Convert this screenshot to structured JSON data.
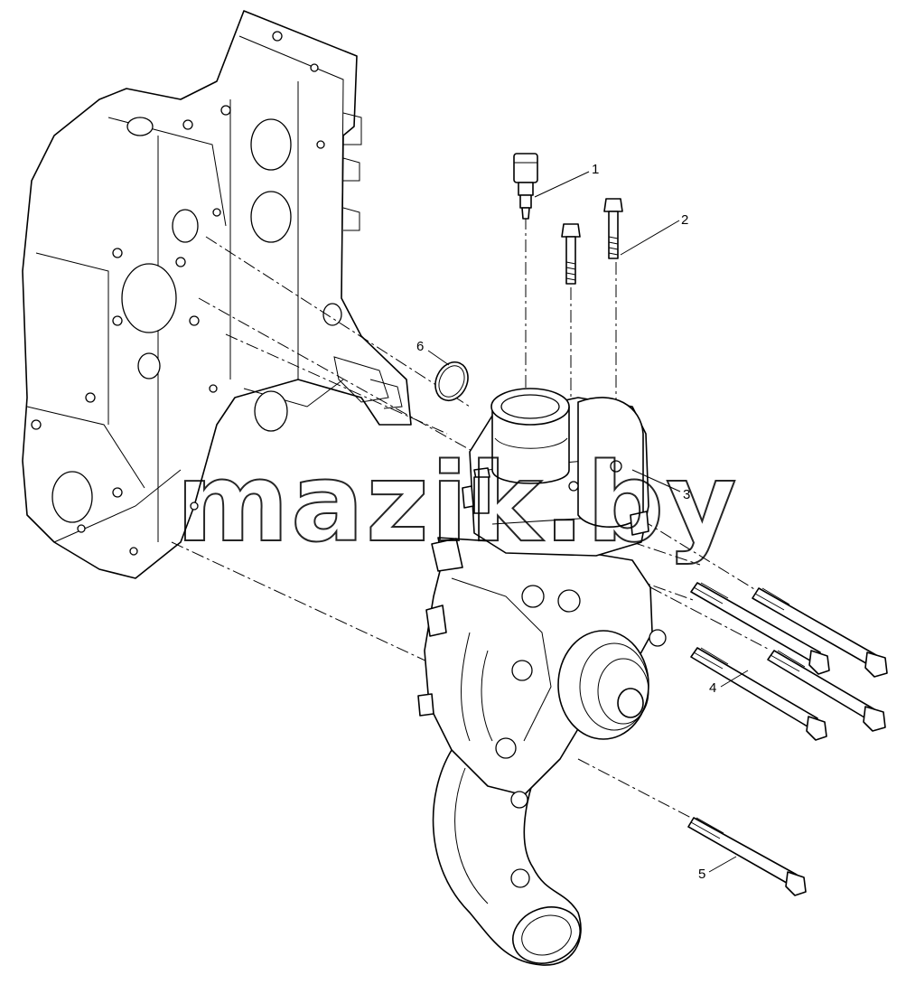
{
  "watermark": "mazik.by",
  "callouts": [
    {
      "id": "1",
      "label": "1"
    },
    {
      "id": "2",
      "label": "2"
    },
    {
      "id": "3",
      "label": "3"
    },
    {
      "id": "4",
      "label": "4"
    },
    {
      "id": "5",
      "label": "5"
    },
    {
      "id": "6",
      "label": "6"
    }
  ]
}
